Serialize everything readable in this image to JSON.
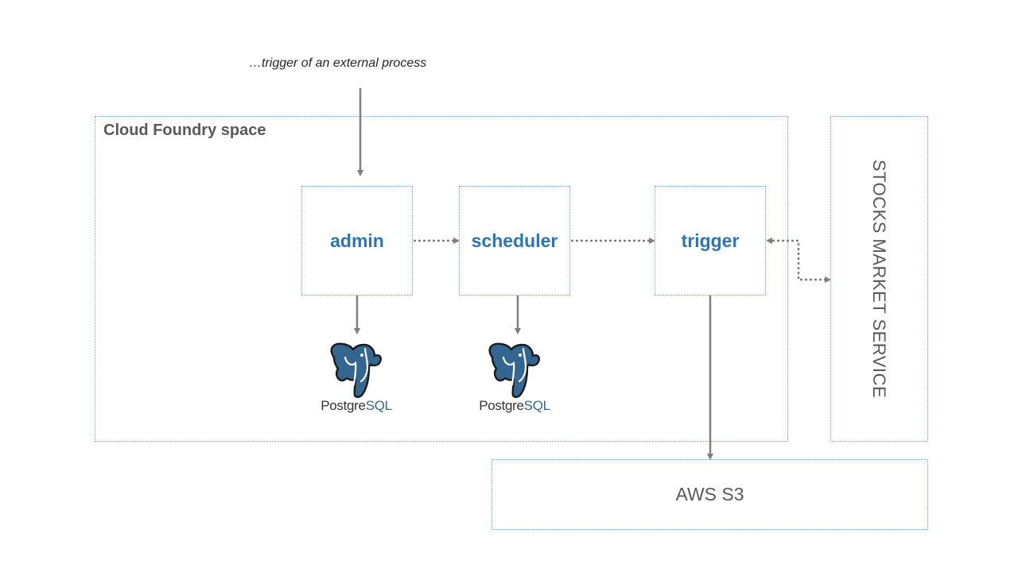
{
  "annotation": {
    "external_trigger": "…trigger of an external process"
  },
  "space": {
    "title": "Cloud Foundry space"
  },
  "services": {
    "admin": "admin",
    "scheduler": "scheduler",
    "trigger": "trigger"
  },
  "external": {
    "stocks_market_service": "STOCKS MARKET SERVICE",
    "aws_s3": "AWS S3"
  },
  "databases": {
    "admin_db": {
      "prefix": "Postgre",
      "suffix": "SQL"
    },
    "scheduler_db": {
      "prefix": "Postgre",
      "suffix": "SQL"
    }
  },
  "colors": {
    "box_border": "#6aa3d5",
    "service_text": "#2e75b6",
    "arrow": "#7f7f7f",
    "postgres_blue": "#336791"
  }
}
